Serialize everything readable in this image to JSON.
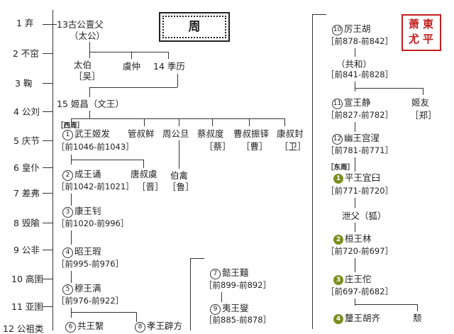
{
  "title": "周",
  "seal": [
    "東",
    "平",
    "萧",
    "尤"
  ],
  "left_column": [
    "1 弃",
    "2 不窋",
    "3 鞠",
    "4 公刘",
    "5 庆节",
    "6 皇仆",
    "7 差弗",
    "8 毁隃",
    "9 公非",
    "10 高圉",
    "11 亚圉",
    "12 公祖类"
  ],
  "mid": {
    "gugong": "13古公亶父",
    "gugong_alias": "（太公）",
    "taibo": "太伯",
    "taibo_state": "［吴］",
    "yuzhong": "虞仲",
    "jili": "14 季历",
    "jichang": "15 姬昌（文王）",
    "era_west": "［西周］",
    "wuwang": "武王姬发",
    "wuwang_years": "［前1046-前1043］",
    "guanshu": "管叔鲜",
    "zhougong": "周公旦",
    "caishu": "蔡叔度",
    "caishu_state": "［蔡］",
    "caoshu": "曹叔振铎",
    "caoshu_state": "［曹］",
    "kangshu": "康叔封",
    "kangshu_state": "［卫］",
    "chengwang": "成王诵",
    "chengwang_years": "［前1042-前1021］",
    "tangshu": "唐叔虞",
    "tangshu_state": "［晋］",
    "boqin": "伯禽",
    "boqin_state": "［鲁］",
    "kangwang": "康王钊",
    "kangwang_years": "［前1020-前996］",
    "zhaowang": "昭王瑕",
    "zhaowang_years": "［前995-前976］",
    "muwang": "穆王满",
    "muwang_years": "［前976-前922］",
    "gongwang": "共王繄",
    "xiaowang": "孝王辟方",
    "yiwang7": "懿王囏",
    "yiwang7_years": "［前899-前892］",
    "yiwang9": "夷王燮",
    "yiwang9_years": "［前885-前878］"
  },
  "right": {
    "liwang": "厉王胡",
    "liwang_years": "［前878-前842］",
    "gonghe": "（共和）",
    "gonghe_years": "［前841-前828］",
    "xuanwang": "宣王静",
    "xuanwang_years": "［前827-前782］",
    "jiyou": "姬友",
    "jiyou_state": "［郑］",
    "youwang": "幽王宫湦",
    "youwang_years": "［前781-前771］",
    "era_east": "［东周］",
    "pingwang": "平王宜臼",
    "pingwang_years": "［前771-前720］",
    "xiefu": "泄父（狐）",
    "huanwang": "桓王林",
    "huanwang_years": "［前720-前697］",
    "zhuangwang": "庄王佗",
    "zhuangwang_years": "［前697-前682］",
    "liwang2": "釐王胡齐",
    "tui": "颓"
  },
  "badges": {
    "c1": "1",
    "c2": "2",
    "c3": "3",
    "c4": "4",
    "c5": "5",
    "c7": "7",
    "c8": "8",
    "c9": "9",
    "c10": "10",
    "c11": "11",
    "c12": "12",
    "f1": "1",
    "f2": "2",
    "f3": "3",
    "f4": "4",
    "c6": "6"
  }
}
